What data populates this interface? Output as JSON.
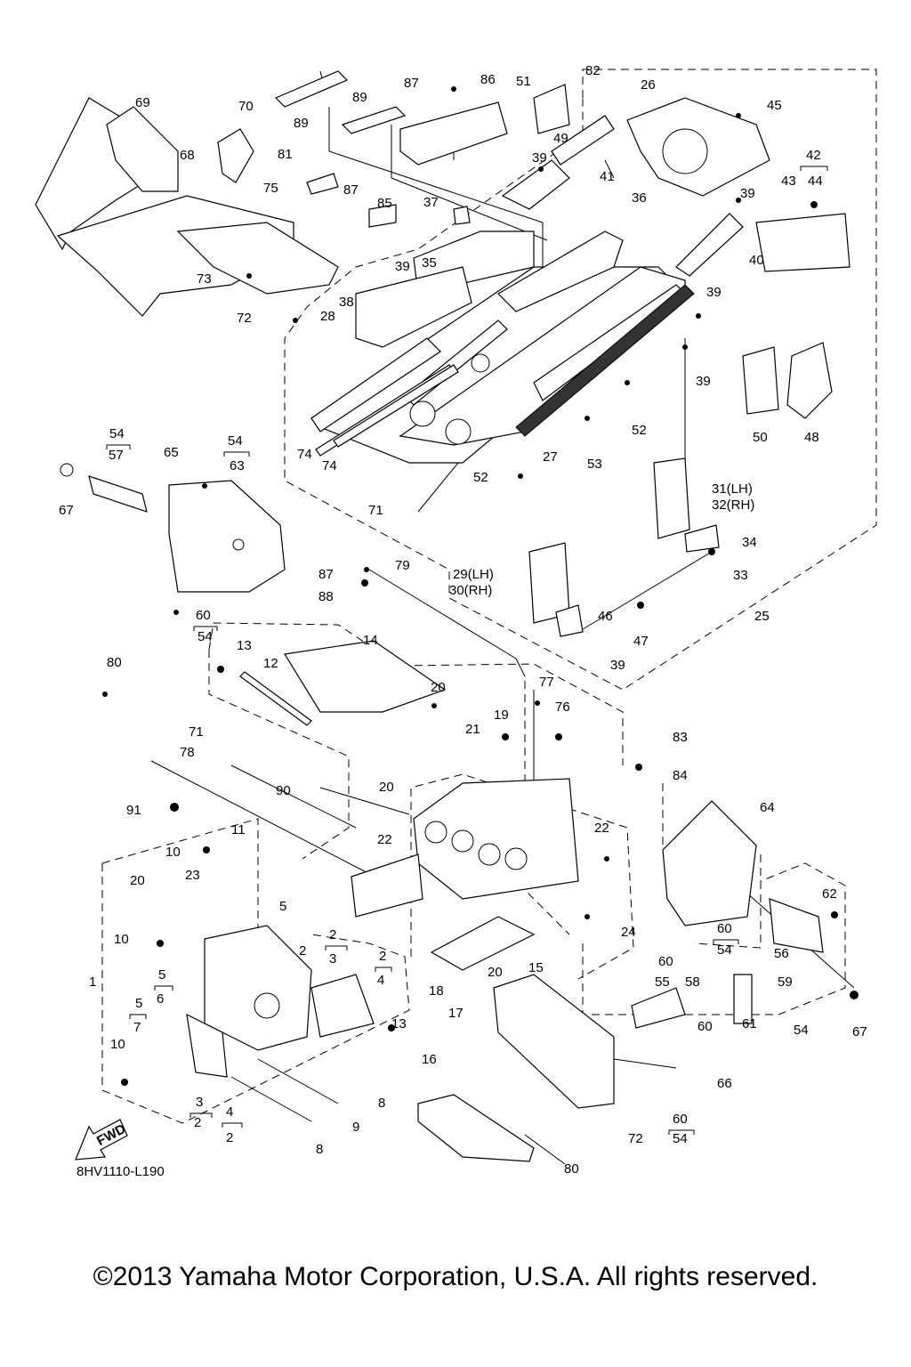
{
  "diagram_code": "8HV1110-L190",
  "copyright": "©2013 Yamaha Motor Corporation, U.S.A. All rights reserved.",
  "fwd_label": "FWD",
  "callouts": [
    {
      "id": "c1",
      "text": "1"
    },
    {
      "id": "c2a",
      "text": "2"
    },
    {
      "id": "c2b",
      "text": "2"
    },
    {
      "id": "c2c",
      "text": "2"
    },
    {
      "id": "c2d",
      "text": "2"
    },
    {
      "id": "c2e",
      "text": "2"
    },
    {
      "id": "c3a",
      "text": "3"
    },
    {
      "id": "c3b",
      "text": "3"
    },
    {
      "id": "c4a",
      "text": "4"
    },
    {
      "id": "c4b",
      "text": "4"
    },
    {
      "id": "c5a",
      "text": "5"
    },
    {
      "id": "c5b",
      "text": "5"
    },
    {
      "id": "c5c",
      "text": "5"
    },
    {
      "id": "c6",
      "text": "6"
    },
    {
      "id": "c7",
      "text": "7"
    },
    {
      "id": "c8a",
      "text": "8"
    },
    {
      "id": "c8b",
      "text": "8"
    },
    {
      "id": "c9",
      "text": "9"
    },
    {
      "id": "c10a",
      "text": "10"
    },
    {
      "id": "c10b",
      "text": "10"
    },
    {
      "id": "c10c",
      "text": "10"
    },
    {
      "id": "c11",
      "text": "11"
    },
    {
      "id": "c12",
      "text": "12"
    },
    {
      "id": "c13a",
      "text": "13"
    },
    {
      "id": "c13b",
      "text": "13"
    },
    {
      "id": "c14",
      "text": "14"
    },
    {
      "id": "c15",
      "text": "15"
    },
    {
      "id": "c16",
      "text": "16"
    },
    {
      "id": "c17",
      "text": "17"
    },
    {
      "id": "c18",
      "text": "18"
    },
    {
      "id": "c19",
      "text": "19"
    },
    {
      "id": "c20a",
      "text": "20"
    },
    {
      "id": "c20b",
      "text": "20"
    },
    {
      "id": "c20c",
      "text": "20"
    },
    {
      "id": "c20d",
      "text": "20"
    },
    {
      "id": "c21",
      "text": "21"
    },
    {
      "id": "c22a",
      "text": "22"
    },
    {
      "id": "c22b",
      "text": "22"
    },
    {
      "id": "c23",
      "text": "23"
    },
    {
      "id": "c24",
      "text": "24"
    },
    {
      "id": "c25",
      "text": "25"
    },
    {
      "id": "c26",
      "text": "26"
    },
    {
      "id": "c27",
      "text": "27"
    },
    {
      "id": "c28",
      "text": "28"
    },
    {
      "id": "c29",
      "text": "29(LH)"
    },
    {
      "id": "c30",
      "text": "30(RH)"
    },
    {
      "id": "c31",
      "text": "31(LH)"
    },
    {
      "id": "c32",
      "text": "32(RH)"
    },
    {
      "id": "c33",
      "text": "33"
    },
    {
      "id": "c34",
      "text": "34"
    },
    {
      "id": "c35",
      "text": "35"
    },
    {
      "id": "c36",
      "text": "36"
    },
    {
      "id": "c37",
      "text": "37"
    },
    {
      "id": "c38",
      "text": "38"
    },
    {
      "id": "c39a",
      "text": "39"
    },
    {
      "id": "c39b",
      "text": "39"
    },
    {
      "id": "c39c",
      "text": "39"
    },
    {
      "id": "c39d",
      "text": "39"
    },
    {
      "id": "c39e",
      "text": "39"
    },
    {
      "id": "c39f",
      "text": "39"
    },
    {
      "id": "c40",
      "text": "40"
    },
    {
      "id": "c41",
      "text": "41"
    },
    {
      "id": "c42",
      "text": "42"
    },
    {
      "id": "c43",
      "text": "43"
    },
    {
      "id": "c44",
      "text": "44"
    },
    {
      "id": "c45",
      "text": "45"
    },
    {
      "id": "c46",
      "text": "46"
    },
    {
      "id": "c47",
      "text": "47"
    },
    {
      "id": "c48",
      "text": "48"
    },
    {
      "id": "c49",
      "text": "49"
    },
    {
      "id": "c50",
      "text": "50"
    },
    {
      "id": "c51",
      "text": "51"
    },
    {
      "id": "c52a",
      "text": "52"
    },
    {
      "id": "c52b",
      "text": "52"
    },
    {
      "id": "c53",
      "text": "53"
    },
    {
      "id": "c54a",
      "text": "54"
    },
    {
      "id": "c54b",
      "text": "54"
    },
    {
      "id": "c54c",
      "text": "54"
    },
    {
      "id": "c54d",
      "text": "54"
    },
    {
      "id": "c54e",
      "text": "54"
    },
    {
      "id": "c54f",
      "text": "54"
    },
    {
      "id": "c55",
      "text": "55"
    },
    {
      "id": "c56",
      "text": "56"
    },
    {
      "id": "c57",
      "text": "57"
    },
    {
      "id": "c58",
      "text": "58"
    },
    {
      "id": "c59",
      "text": "59"
    },
    {
      "id": "c60a",
      "text": "60"
    },
    {
      "id": "c60b",
      "text": "60"
    },
    {
      "id": "c60c",
      "text": "60"
    },
    {
      "id": "c60d",
      "text": "60"
    },
    {
      "id": "c60e",
      "text": "60"
    },
    {
      "id": "c61",
      "text": "61"
    },
    {
      "id": "c62",
      "text": "62"
    },
    {
      "id": "c63",
      "text": "63"
    },
    {
      "id": "c64",
      "text": "64"
    },
    {
      "id": "c65",
      "text": "65"
    },
    {
      "id": "c66",
      "text": "66"
    },
    {
      "id": "c67a",
      "text": "67"
    },
    {
      "id": "c67b",
      "text": "67"
    },
    {
      "id": "c68",
      "text": "68"
    },
    {
      "id": "c69",
      "text": "69"
    },
    {
      "id": "c70",
      "text": "70"
    },
    {
      "id": "c71a",
      "text": "71"
    },
    {
      "id": "c71b",
      "text": "71"
    },
    {
      "id": "c72a",
      "text": "72"
    },
    {
      "id": "c72b",
      "text": "72"
    },
    {
      "id": "c73",
      "text": "73"
    },
    {
      "id": "c74a",
      "text": "74"
    },
    {
      "id": "c74b",
      "text": "74"
    },
    {
      "id": "c75",
      "text": "75"
    },
    {
      "id": "c76",
      "text": "76"
    },
    {
      "id": "c77",
      "text": "77"
    },
    {
      "id": "c78",
      "text": "78"
    },
    {
      "id": "c79",
      "text": "79"
    },
    {
      "id": "c80a",
      "text": "80"
    },
    {
      "id": "c80b",
      "text": "80"
    },
    {
      "id": "c81",
      "text": "81"
    },
    {
      "id": "c82",
      "text": "82"
    },
    {
      "id": "c83",
      "text": "83"
    },
    {
      "id": "c84",
      "text": "84"
    },
    {
      "id": "c85",
      "text": "85"
    },
    {
      "id": "c86",
      "text": "86"
    },
    {
      "id": "c87a",
      "text": "87"
    },
    {
      "id": "c87b",
      "text": "87"
    },
    {
      "id": "c87c",
      "text": "87"
    },
    {
      "id": "c88",
      "text": "88"
    },
    {
      "id": "c89a",
      "text": "89"
    },
    {
      "id": "c89b",
      "text": "89"
    },
    {
      "id": "c90",
      "text": "90"
    },
    {
      "id": "c91",
      "text": "91"
    }
  ]
}
